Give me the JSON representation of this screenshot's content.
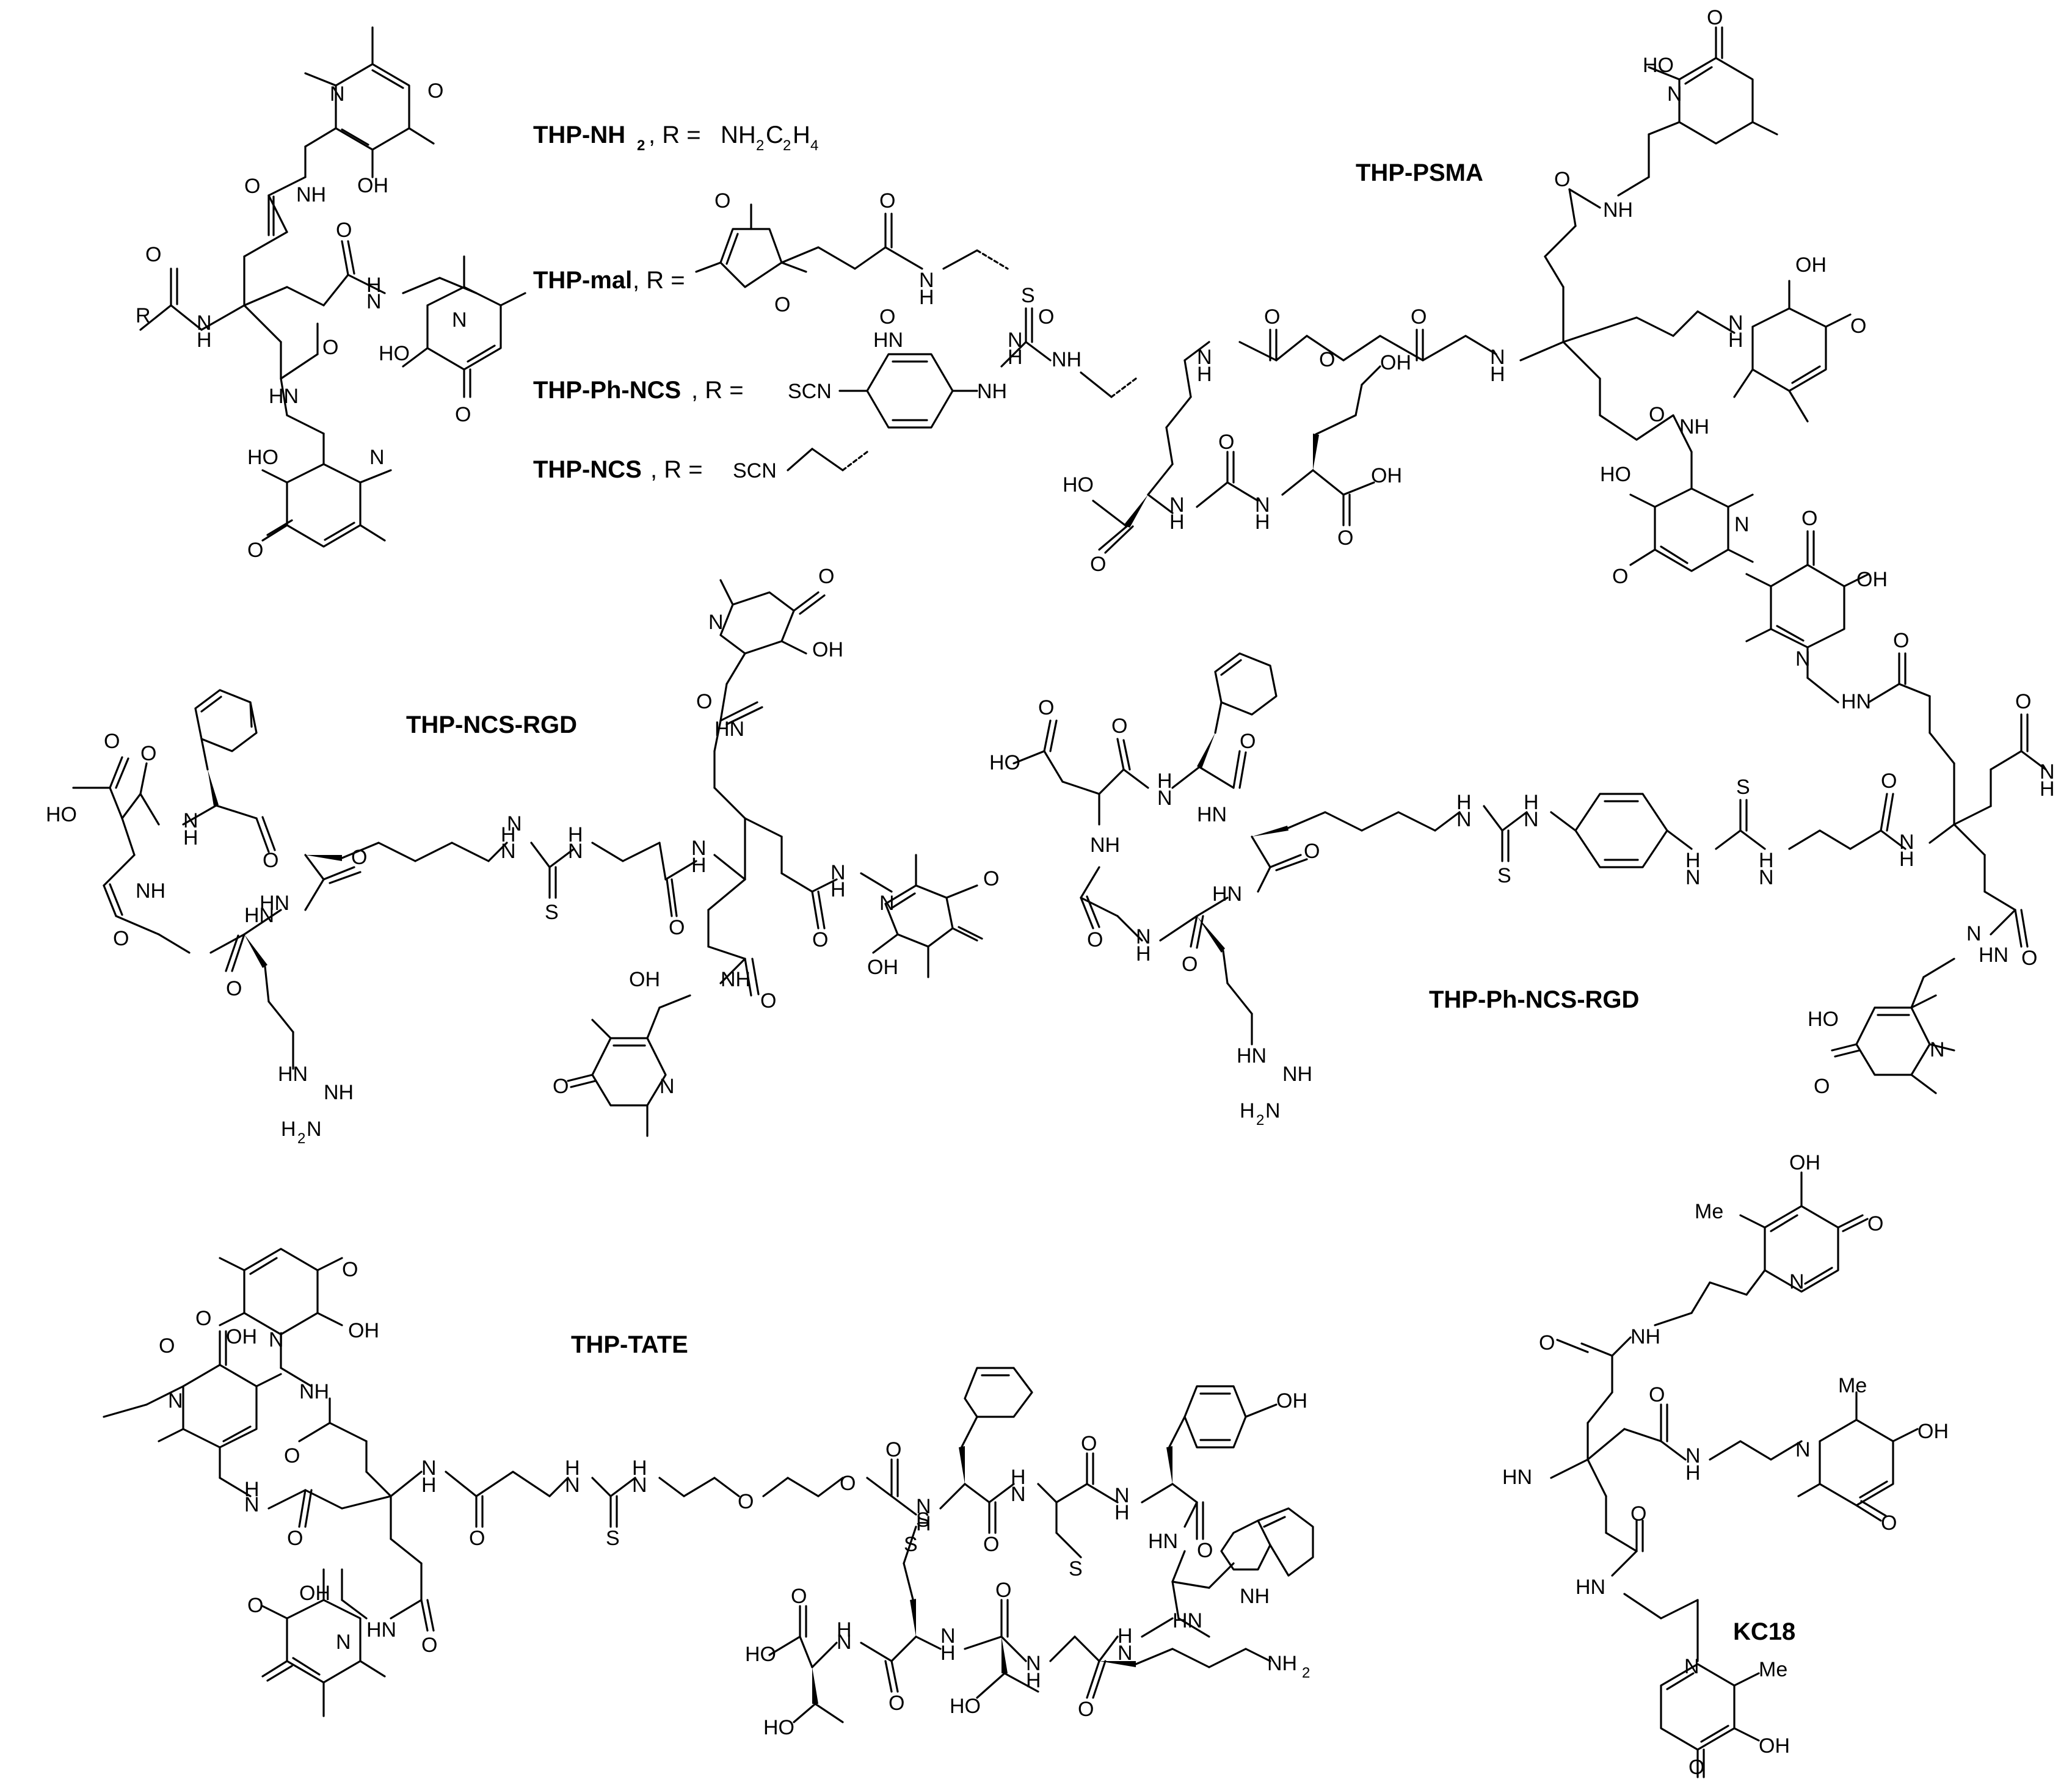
{
  "figure": {
    "compounds": [
      {
        "id": "thp-nh2",
        "name": "THP-NH",
        "name_sub": "2",
        "r_prefix": ", R = ",
        "r_value": "NH",
        "r_value_parts": [
          "NH",
          "2",
          "C",
          "2",
          "H",
          "4"
        ]
      },
      {
        "id": "thp-mal",
        "name": "THP-mal",
        "r_prefix": ", R ="
      },
      {
        "id": "thp-ph-ncs",
        "name": "THP-Ph-NCS",
        "r_prefix": ", R ="
      },
      {
        "id": "thp-ncs",
        "name": "THP-NCS",
        "r_prefix": ", R ="
      },
      {
        "id": "thp-psma",
        "name": "THP-PSMA"
      },
      {
        "id": "thp-ncs-rgd",
        "name": "THP-NCS-RGD"
      },
      {
        "id": "thp-ph-ncs-rgd",
        "name": "THP-Ph-NCS-RGD"
      },
      {
        "id": "thp-tate",
        "name": "THP-TATE"
      },
      {
        "id": "kc18",
        "name": "KC18"
      }
    ],
    "atom_labels": {
      "N": "N",
      "NH": "NH",
      "HN": "HN",
      "O": "O",
      "OH": "OH",
      "HO": "HO",
      "S": "S",
      "R": "R",
      "Me": "Me",
      "SCN": "SCN",
      "NH2": "NH",
      "H2N": "H",
      "sub2": "2",
      "N_tail": "N"
    },
    "colors": {
      "ink": "#000000",
      "background": "#ffffff"
    }
  }
}
